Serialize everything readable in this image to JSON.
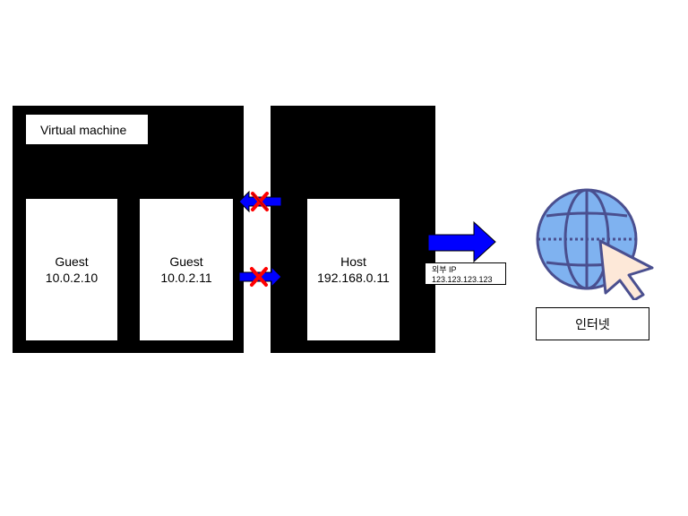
{
  "vm": {
    "label": "Virtual machine",
    "guest1": {
      "name": "Guest",
      "ip": "10.0.2.10"
    },
    "guest2": {
      "name": "Guest",
      "ip": "10.0.2.11"
    }
  },
  "host": {
    "name": "Host",
    "ip": "192.168.0.11"
  },
  "external_ip": {
    "label": "외부 IP",
    "ip": "123.123.123.123"
  },
  "internet": {
    "label": "인터넷"
  },
  "colors": {
    "panel": "#000000",
    "arrow_blue": "#0000ff",
    "blocked_cross": "#ff0000",
    "globe": "#7fb2f0",
    "cursor": "#fde8d8"
  },
  "icons": {
    "globe": "globe-icon",
    "cursor": "cursor-icon",
    "blocked": "blocked-x-icon"
  }
}
